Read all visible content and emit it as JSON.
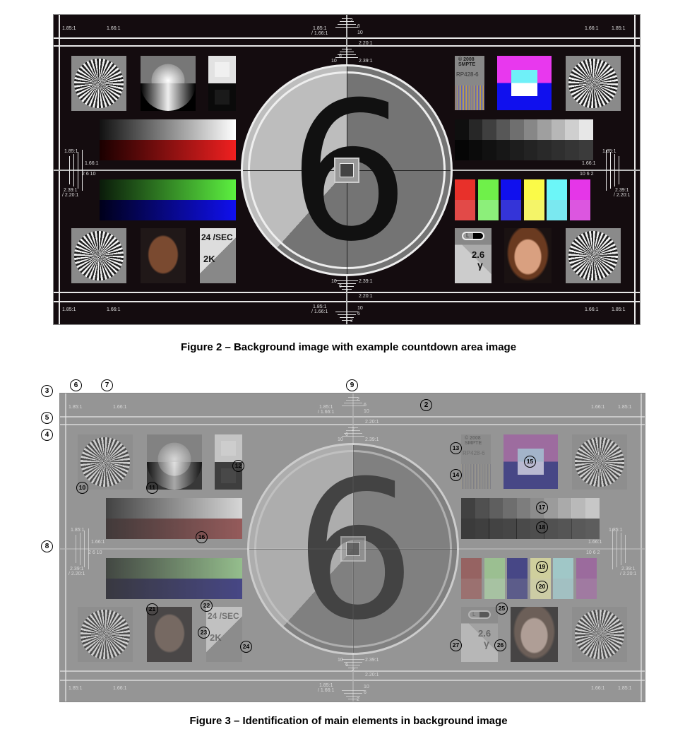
{
  "figure2": {
    "caption": "Figure 2 – Background image with example countdown area image"
  },
  "figure3": {
    "caption": "Figure 3 – Identification of main elements in background image",
    "callouts": [
      "2",
      "3",
      "4",
      "5",
      "6",
      "7",
      "8",
      "9",
      "10",
      "11",
      "12",
      "13",
      "14",
      "15",
      "16",
      "17",
      "18",
      "19",
      "20",
      "21",
      "22",
      "23",
      "24",
      "25",
      "26",
      "27"
    ]
  },
  "chart": {
    "countdown_digit": "6",
    "ratio_185": "1.85:1",
    "ratio_166": "1.66:1",
    "ratio_185_166": [
      "1.85:1",
      "/ 1.66:1"
    ],
    "ratio_220": "2.20:1",
    "ratio_239": "2.39:1",
    "ratio_239_220": [
      "2.39:1",
      "/ 2.20:1"
    ],
    "ticks": [
      "2",
      "6",
      "10"
    ],
    "copyright": [
      "© 2008",
      "SMPTE"
    ],
    "rp": "RP428-6",
    "frame_rate": "24 /SEC",
    "resolution": "2K",
    "gamma_value": "2.6",
    "gamma_symbol": "γ",
    "eye_label": "L"
  },
  "colors": {
    "bars": [
      "#e8302a",
      "#6ff04a",
      "#1010ee",
      "#fafa48",
      "#6cf6f8",
      "#e536e8"
    ],
    "bars_low": [
      "#e24a48",
      "#8cef7a",
      "#3434d8",
      "#f4f468",
      "#7ae8f0",
      "#dc56e0"
    ]
  }
}
